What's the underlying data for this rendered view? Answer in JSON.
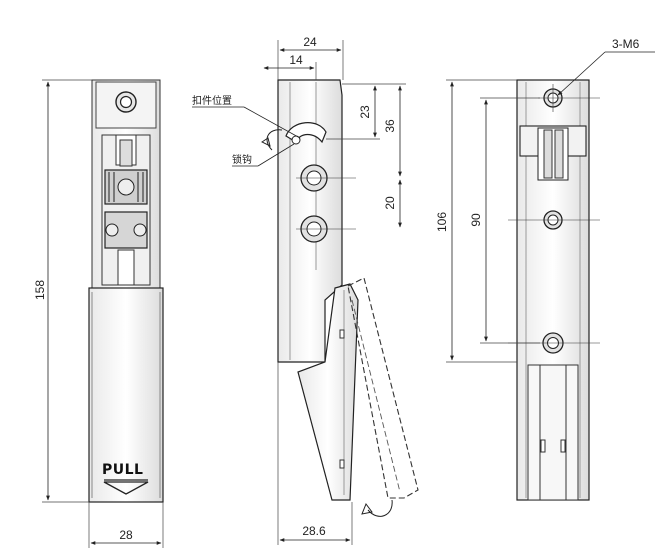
{
  "figure": {
    "front_view": {
      "dims": {
        "height": "158",
        "width": "28"
      },
      "handle_text": "PULL"
    },
    "side_view": {
      "dims": {
        "top_total": "24",
        "top_partial": "14",
        "v1": "23",
        "v2": "36",
        "pitch": "20",
        "bottom_width": "28.6"
      },
      "labels": {
        "catch_position": "扣件位置",
        "hook": "锁钩"
      }
    },
    "back_view": {
      "dims": {
        "overall": "106",
        "holes": "90"
      },
      "labels": {
        "thread": "3-M6"
      }
    }
  }
}
